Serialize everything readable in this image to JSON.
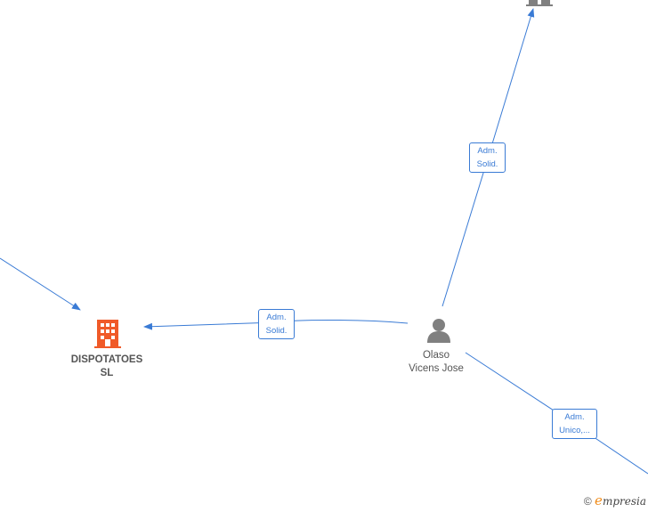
{
  "nodes": {
    "company_main": {
      "line1": "DISPOTATOES",
      "line2": "SL",
      "icon": "building-icon",
      "color": "#f05a28"
    },
    "person": {
      "line1": "Olaso",
      "line2": "Vicens Jose",
      "icon": "person-icon",
      "color": "#808080"
    },
    "company_top": {
      "icon": "building-icon",
      "color": "#808080"
    }
  },
  "edges": [
    {
      "label_line1": "Adm.",
      "label_line2": "Solid."
    },
    {
      "label_line1": "Adm.",
      "label_line2": "Solid."
    },
    {
      "label_line1": "Adm.",
      "label_line2": "Unico,..."
    }
  ],
  "branding": {
    "copyright": "©",
    "logo_initial": "e",
    "logo_rest": "mpresia"
  },
  "colors": {
    "edge": "#3a7bd5",
    "accent": "#f05a28"
  }
}
